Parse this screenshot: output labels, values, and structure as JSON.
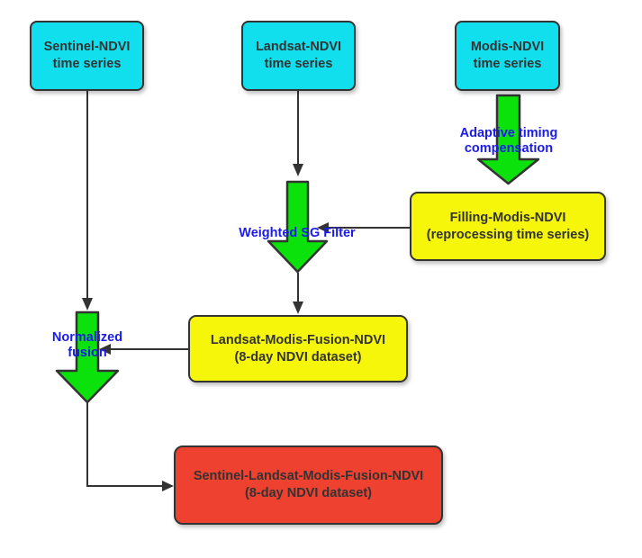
{
  "diagram_title": "Sentinel-Landsat-Modis NDVI fusion flowchart",
  "colors": {
    "cyan": "#12dfee",
    "yellow": "#f6f60b",
    "green": "#0be20b",
    "red": "#ef4130",
    "border": "#333333",
    "text": "#333333",
    "blue-label": "#1b1be8"
  },
  "nodes": {
    "sentinel": {
      "line1": "Sentinel-NDVI",
      "line2": "time series"
    },
    "landsat": {
      "line1": "Landsat-NDVI",
      "line2": "time series"
    },
    "modis": {
      "line1": "Modis-NDVI",
      "line2": "time series"
    },
    "filling": {
      "line1": "Filling-Modis-NDVI",
      "line2": "(reprocessing time series)"
    },
    "fusion": {
      "line1": "Landsat-Modis-Fusion-NDVI",
      "line2": "(8-day NDVI dataset)"
    },
    "final": {
      "line1": "Sentinel-Landsat-Modis-Fusion-NDVI",
      "line2": "(8-day NDVI dataset)"
    }
  },
  "process_labels": {
    "adaptive": {
      "line1": "Adaptive timing",
      "line2": "compensation"
    },
    "weighted": {
      "line1": "Weighted SG Filter"
    },
    "normalized": {
      "line1": "Normalized",
      "line2": "fusion"
    }
  }
}
